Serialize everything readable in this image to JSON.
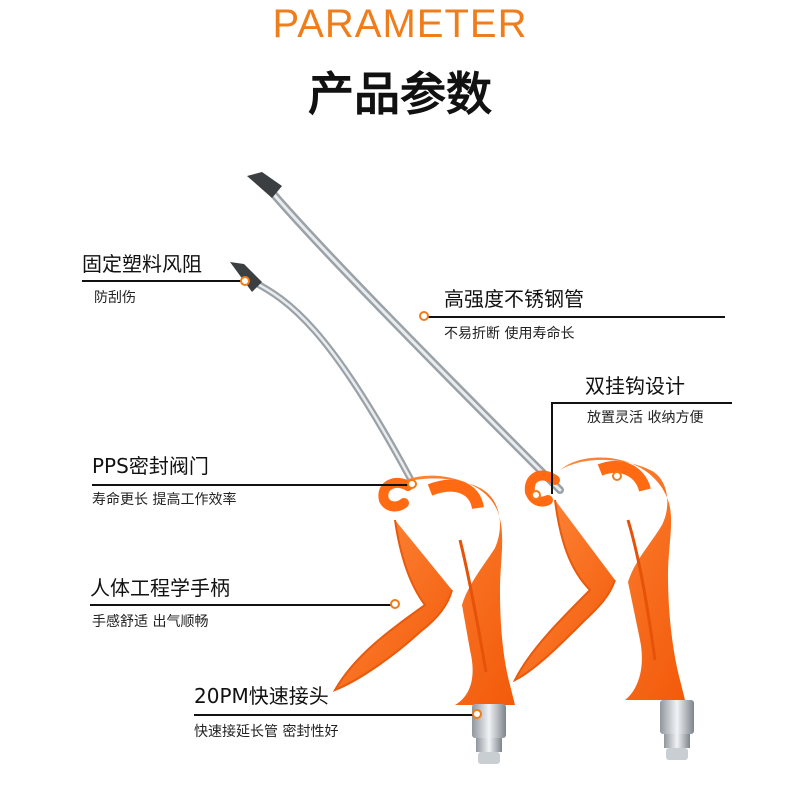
{
  "header": {
    "title_en": "PARAMETER",
    "title_cn": "产品参数"
  },
  "colors": {
    "accent": "#f07d1b",
    "handle": "#ff6a13",
    "rod": "#b8bec4",
    "text": "#111111"
  },
  "callouts": [
    {
      "id": "nozzle",
      "title": "固定塑料风阻",
      "subtitle": "防刮伤"
    },
    {
      "id": "steel-tube",
      "title": "高强度不锈钢管",
      "subtitle": "不易折断 使用寿命长"
    },
    {
      "id": "hook",
      "title": "双挂钩设计",
      "subtitle": "放置灵活 收纳方便"
    },
    {
      "id": "valve",
      "title": "PPS密封阀门",
      "subtitle": "寿命更长 提高工作效率"
    },
    {
      "id": "handle",
      "title": "人体工程学手柄",
      "subtitle": "手感舒适 出气顺畅"
    },
    {
      "id": "connector",
      "title": "20PM快速接头",
      "subtitle": "快速接延长管 密封性好"
    }
  ]
}
